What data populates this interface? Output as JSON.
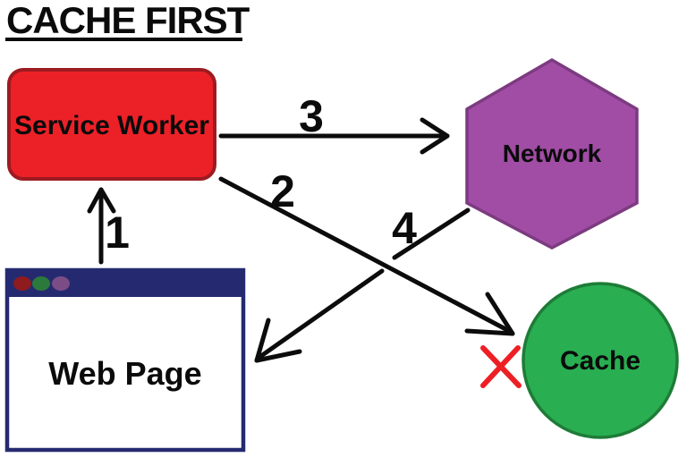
{
  "title": "CACHE FIRST",
  "nodes": {
    "service_worker": {
      "label": "Service Worker",
      "shape": "rounded-rectangle",
      "fill": "#ec2127",
      "border": "#9d1b21"
    },
    "network": {
      "label": "Network",
      "shape": "hexagon",
      "fill": "#a14da5",
      "border": "#7c3b80"
    },
    "web_page": {
      "label": "Web Page",
      "shape": "browser-window",
      "frame": "#252a70",
      "dots": [
        "#8e1b1e",
        "#2c7a3b",
        "#7c4c86"
      ]
    },
    "cache": {
      "label": "Cache",
      "shape": "circle",
      "fill": "#29ae52",
      "border": "#1e7c37"
    }
  },
  "arrows": [
    {
      "step": "1",
      "from": "Web Page",
      "to": "Service Worker"
    },
    {
      "step": "2",
      "from": "Service Worker",
      "to": "Cache"
    },
    {
      "step": "3",
      "from": "Service Worker",
      "to": "Network"
    },
    {
      "step": "4",
      "from": "Network",
      "to": "Web Page"
    }
  ],
  "blocked_marker": {
    "symbol": "X",
    "color": "#ed1f24",
    "position": "left-of-cache"
  }
}
